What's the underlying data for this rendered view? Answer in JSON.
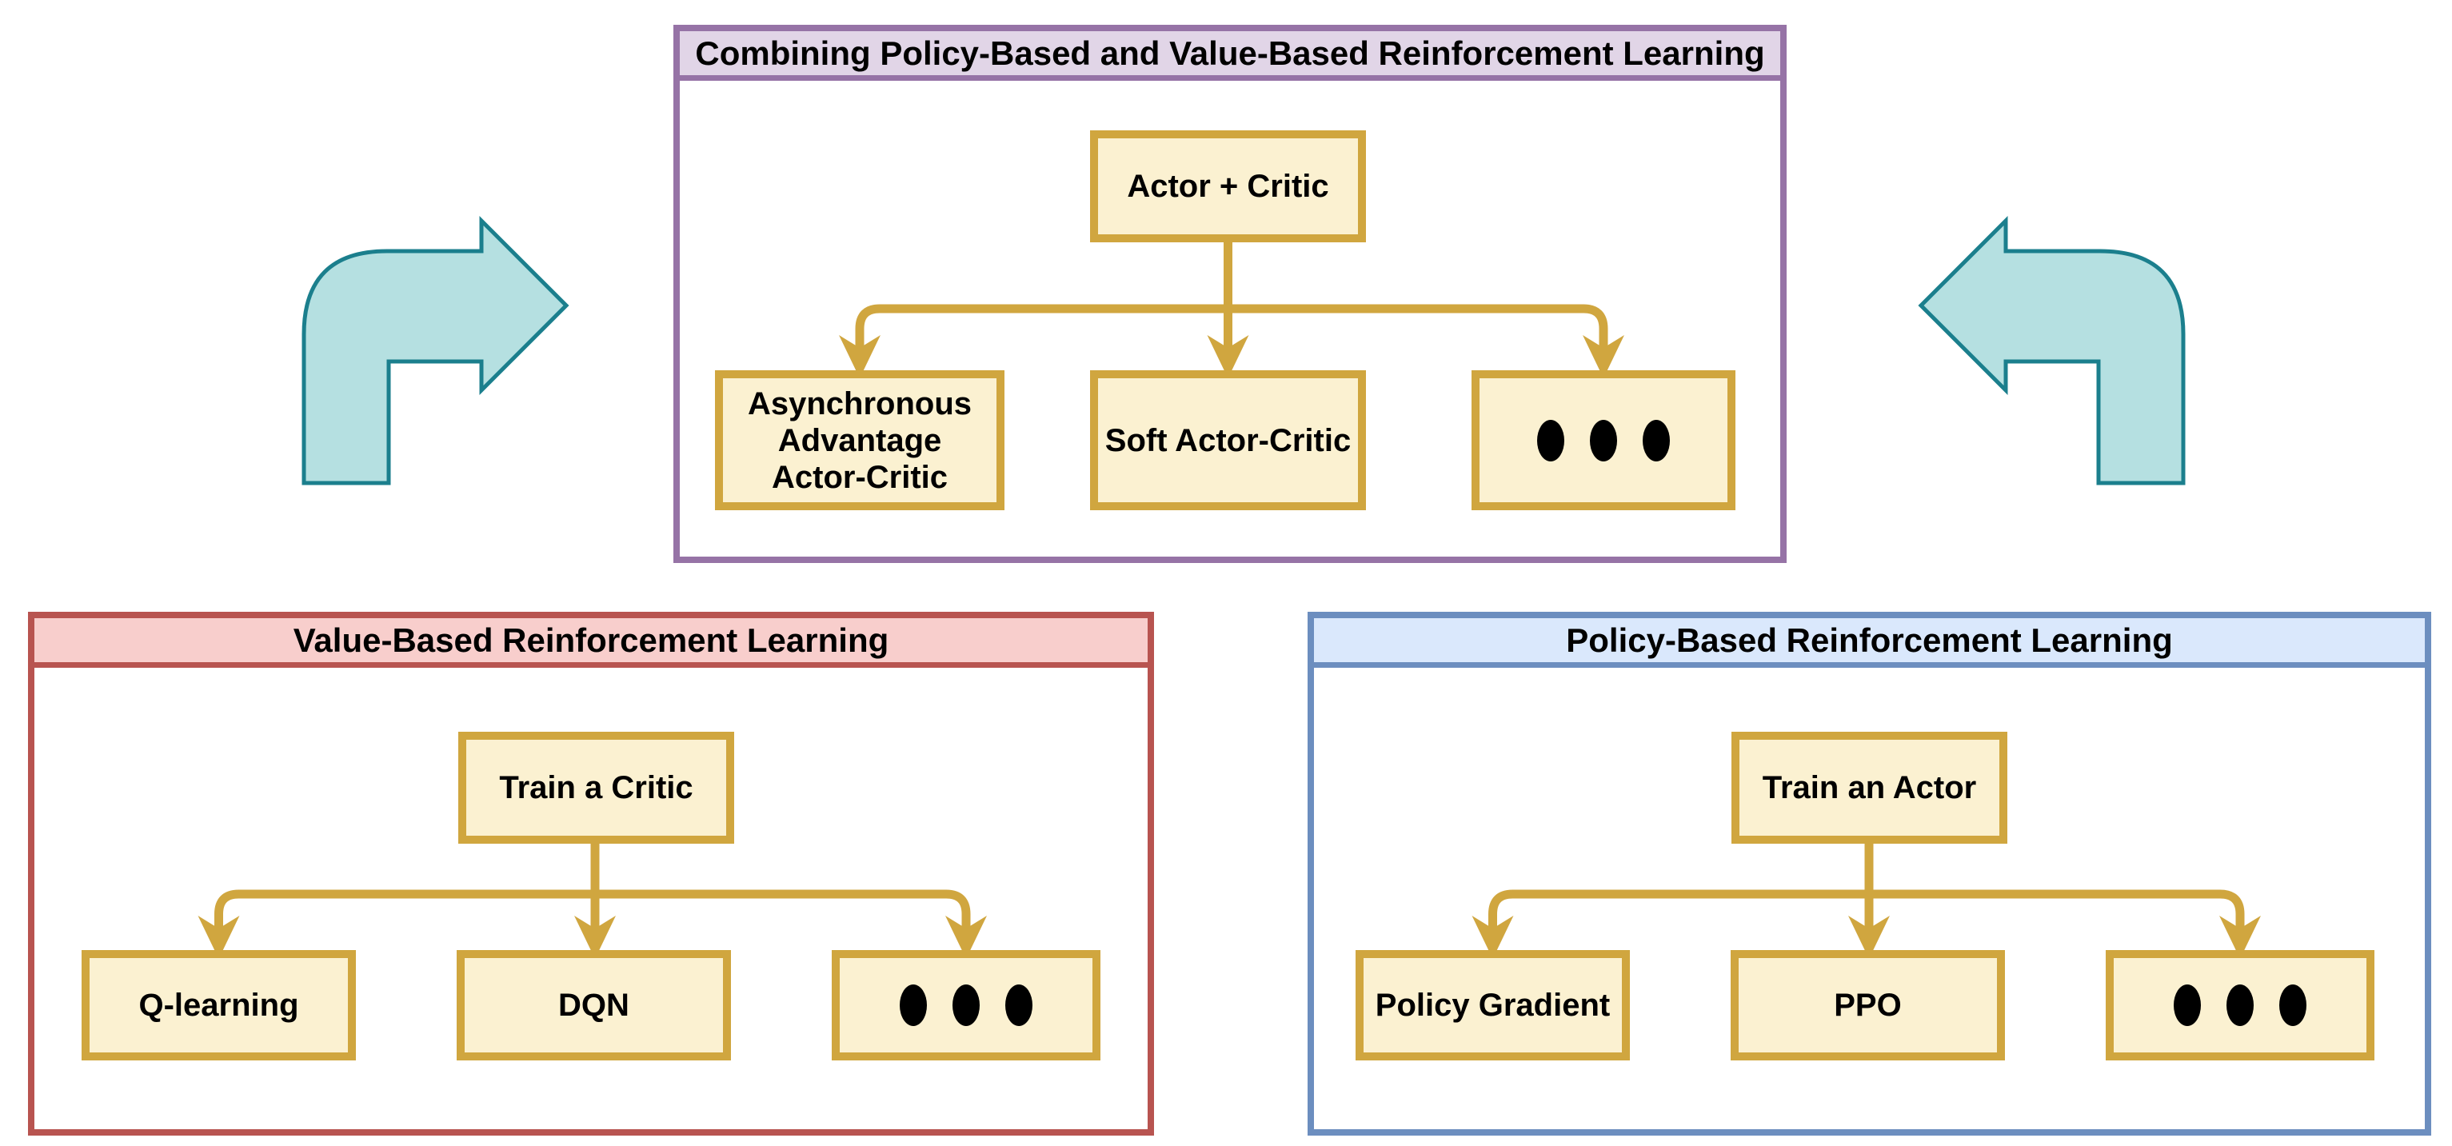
{
  "colors": {
    "background": "#FFFFFF",
    "text": "#000000",
    "node_fill": "#FBF1D1",
    "node_border": "#D0A63F",
    "connector": "#D0A63F",
    "dot": "#000000",
    "combined_border": "#9673A6",
    "combined_header": "#E1D5E7",
    "value_border": "#B85450",
    "value_header": "#F8CECC",
    "policy_border": "#6C8EBF",
    "policy_header": "#DAE8FC",
    "arrow_fill": "#B5E0E1",
    "arrow_stroke": "#1B7F8D"
  },
  "panels": {
    "combined": {
      "title": "Combining Policy-Based and Value-Based Reinforcement Learning",
      "root": {
        "label": "Actor + Critic"
      },
      "children": [
        {
          "label": "Asynchronous Advantage Actor-Critic"
        },
        {
          "label": "Soft Actor-Critic"
        },
        {
          "label": "● ● ●",
          "type": "ellipsis"
        }
      ]
    },
    "value_based": {
      "title": "Value-Based Reinforcement Learning",
      "root": {
        "label": "Train a Critic"
      },
      "children": [
        {
          "label": "Q-learning"
        },
        {
          "label": "DQN"
        },
        {
          "label": "● ● ●",
          "type": "ellipsis"
        }
      ]
    },
    "policy_based": {
      "title": "Policy-Based Reinforcement Learning",
      "root": {
        "label": "Train an Actor"
      },
      "children": [
        {
          "label": "Policy Gradient"
        },
        {
          "label": "PPO"
        },
        {
          "label": "● ● ●",
          "type": "ellipsis"
        }
      ]
    }
  },
  "arrows": {
    "left": {
      "direction": "up-then-right"
    },
    "right": {
      "direction": "up-then-left"
    }
  }
}
